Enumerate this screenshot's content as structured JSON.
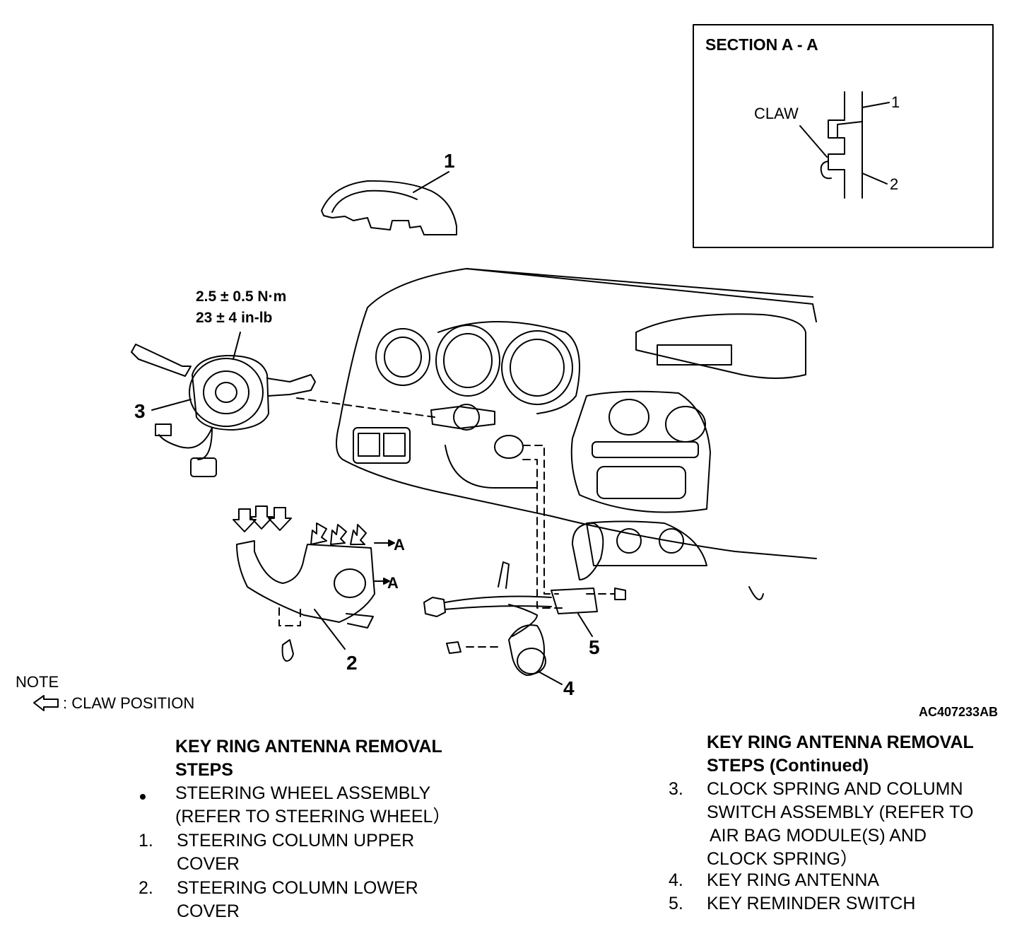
{
  "callouts": {
    "c1": "1",
    "c2": "2",
    "c3": "3",
    "c4": "4",
    "c5": "5",
    "a_upper": "A",
    "a_lower": "A"
  },
  "torque": {
    "line1": "2.5 ± 0.5 N·m",
    "line2": "23 ± 4 in-lb"
  },
  "section": {
    "title": "SECTION A - A",
    "claw": "CLAW",
    "label1": "1",
    "label2": "2"
  },
  "note": {
    "title": "NOTE",
    "legend": ": CLAW POSITION"
  },
  "figure_code": "AC407233AB",
  "steps_left": {
    "heading_1": "KEY RING ANTENNA REMOVAL",
    "heading_2": "STEPS",
    "items": [
      {
        "marker": "•",
        "line1": "STEERING WHEEL ASSEMBLY",
        "line2": "(REFER TO STEERING WHEEL）"
      },
      {
        "marker": "1.",
        "line1": "STEERING COLUMN UPPER",
        "line2": "COVER"
      },
      {
        "marker": "2.",
        "line1": "STEERING COLUMN LOWER",
        "line2": "COVER"
      }
    ]
  },
  "steps_right": {
    "heading_1": "KEY RING ANTENNA REMOVAL",
    "heading_2": "STEPS (Continued)",
    "items": [
      {
        "marker": "3.",
        "line1": "CLOCK SPRING AND COLUMN",
        "line2": "SWITCH ASSEMBLY (REFER TO",
        "line3": "AIR BAG MODULE(S)  AND",
        "line4": "CLOCK SPRING）"
      },
      {
        "marker": "4.",
        "line1": "KEY RING ANTENNA"
      },
      {
        "marker": "5.",
        "line1": "KEY REMINDER SWITCH"
      }
    ]
  }
}
